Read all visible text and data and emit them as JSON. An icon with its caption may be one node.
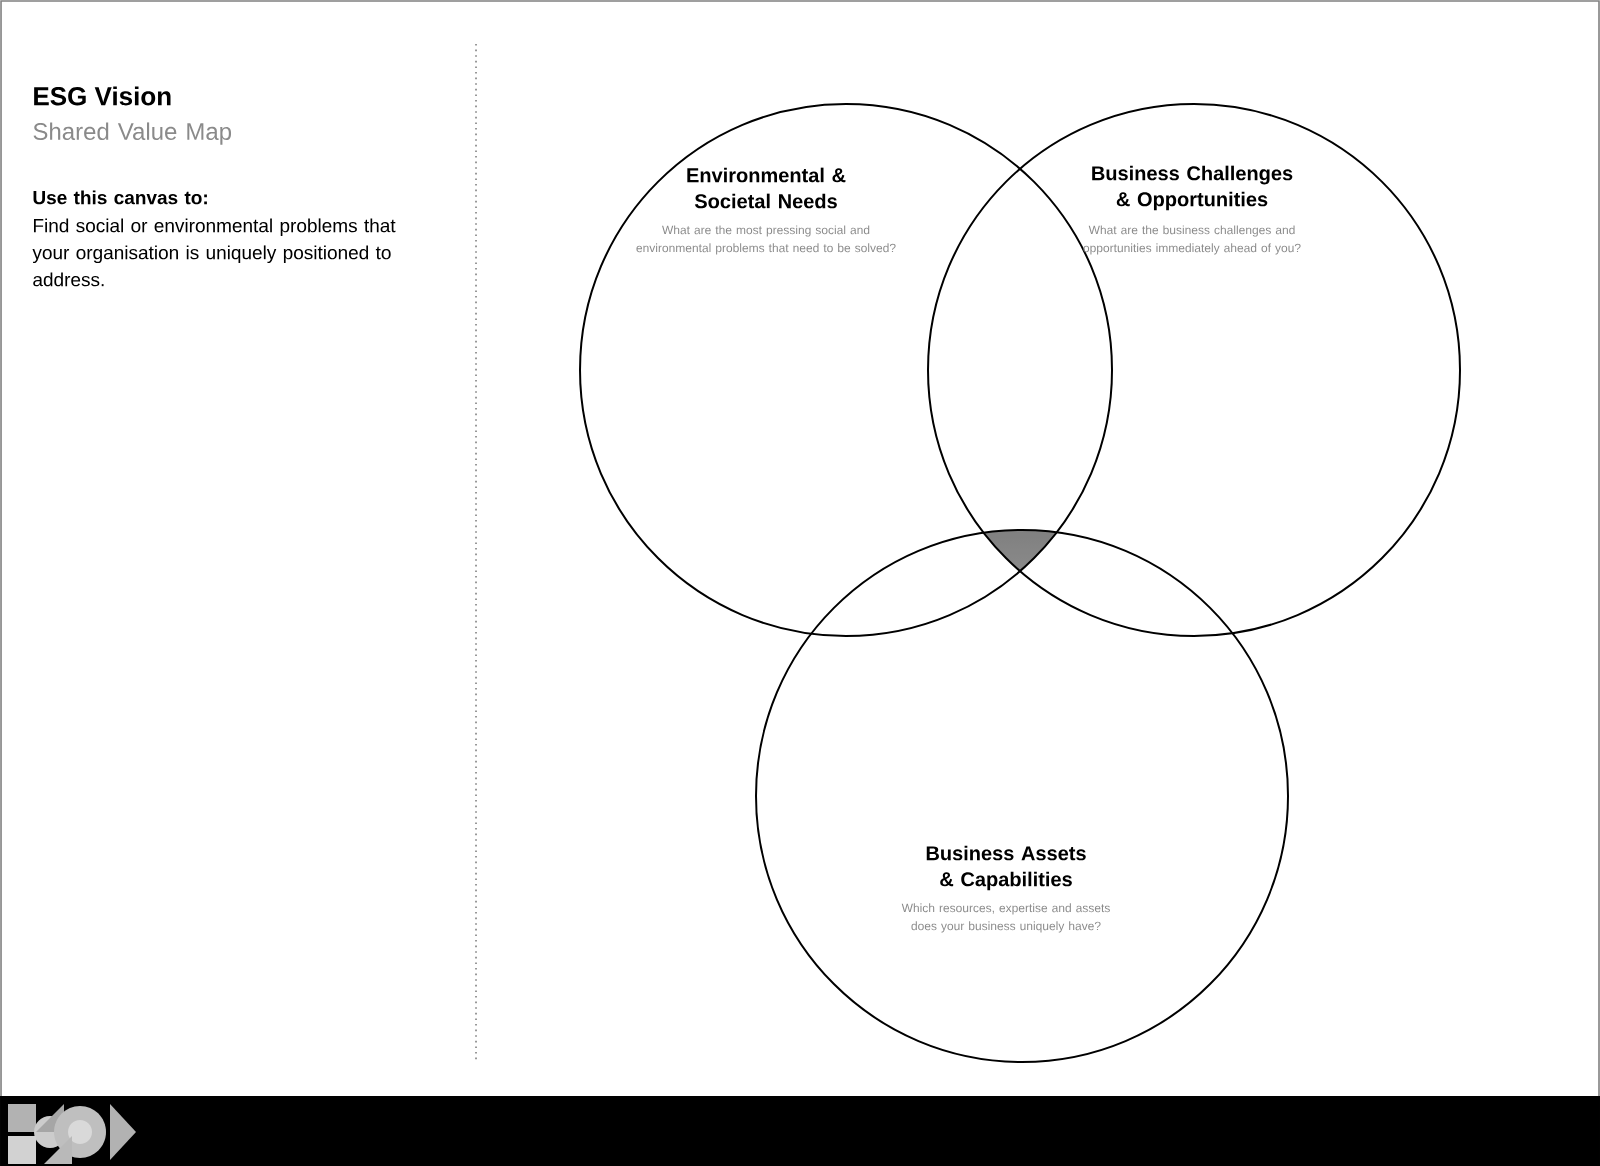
{
  "diagram": {
    "title": "ESG Vision",
    "nodes": [
      {
        "text": [
          "Environmental & Societal Needs",
          "What are the most pressing social and environmental problems that need to be solved?"
        ]
      },
      {
        "text": [
          "Business Challenges & Opportunities",
          "What are the business challenges and opportunities immediately ahead of you?"
        ]
      },
      {
        "text": [
          "Business Assets & Capabilities",
          "Which resources, expertise and assets does your business uniquely have?"
        ]
      }
    ],
    "edges": [],
    "labels": [
      "Shared Value Map",
      "Use this canvas to:",
      "Find social or environmental problems that your organisation is uniquely positioned to address."
    ]
  }
}
